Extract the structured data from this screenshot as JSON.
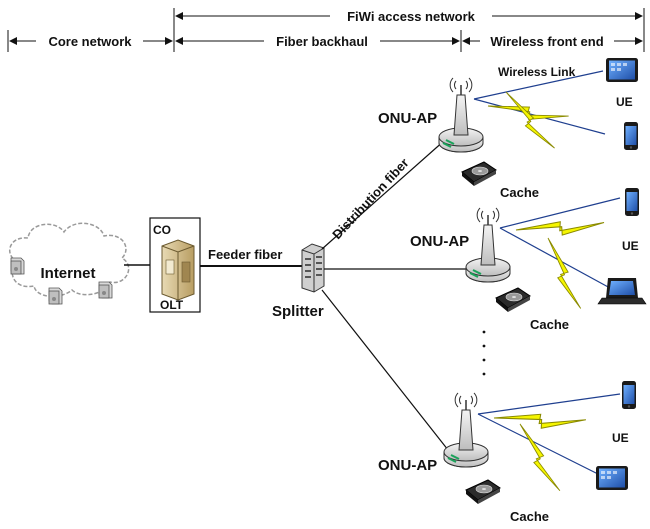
{
  "header": {
    "fiwi": "FiWi access network",
    "core": "Core network",
    "fiber_backhaul": "Fiber backhaul",
    "wireless_front_end": "Wireless front end"
  },
  "labels": {
    "internet": "Internet",
    "co": "CO",
    "olt": "OLT",
    "feeder_fiber": "Feeder fiber",
    "splitter": "Splitter",
    "distribution_fiber": "Distribution fiber",
    "wireless_link": "Wireless Link",
    "onu_ap_1": "ONU-AP",
    "onu_ap_2": "ONU-AP",
    "onu_ap_3": "ONU-AP",
    "cache_1": "Cache",
    "cache_2": "Cache",
    "cache_3": "Cache",
    "ue_1": "UE",
    "ue_2": "UE",
    "ue_3": "UE",
    "ellipsis": "·"
  },
  "colors": {
    "line": "#111111",
    "bolt_fill": "#f5f500",
    "bolt_stroke": "#8a8a00",
    "link_line": "#1f3f8f",
    "cloud_stroke": "#9a9a9a",
    "server_fill": "#cdb98a",
    "router_fill": "#e6e6e6",
    "antenna_accent": "#1aa35a",
    "device_dark": "#1a1a1a",
    "screen_blue": "#3b7fd6"
  }
}
